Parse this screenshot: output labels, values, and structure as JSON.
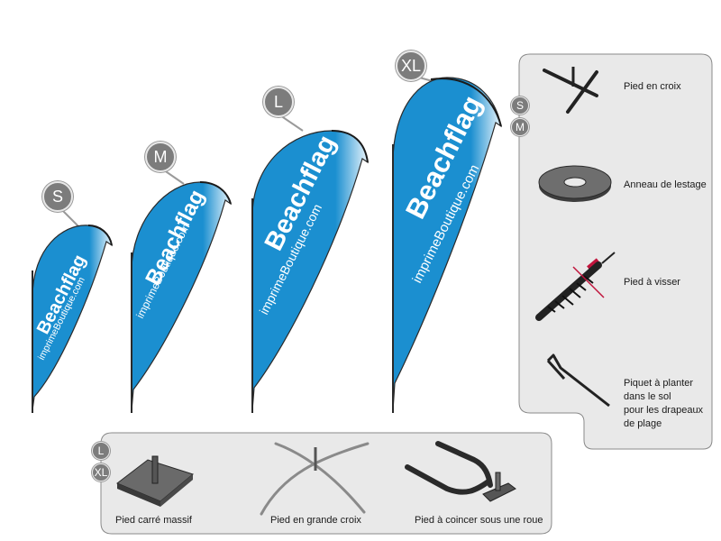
{
  "flags": [
    {
      "size": "S",
      "brand": "Beachflag",
      "site": "imprimeBoutique.com"
    },
    {
      "size": "M",
      "brand": "Beachflag",
      "site": "imprimeBoutique.com"
    },
    {
      "size": "L",
      "brand": "Beachflag",
      "site": "imprimeBoutique.com"
    },
    {
      "size": "XL",
      "brand": "Beachflag",
      "site": "imprimeBoutique.com"
    }
  ],
  "right_panel": {
    "badges": [
      "S",
      "M"
    ],
    "items": [
      {
        "label": "Pied en croix",
        "icon": "cross-base-icon"
      },
      {
        "label": "Anneau de lestage",
        "icon": "weight-ring-icon"
      },
      {
        "label": "Pied à visser",
        "icon": "screw-base-icon"
      },
      {
        "label_lines": [
          "Piquet à planter",
          "dans le sol",
          "pour les drapeaux",
          "de plage"
        ],
        "icon": "ground-spike-icon"
      }
    ]
  },
  "bottom_panel": {
    "badges": [
      "L",
      "XL"
    ],
    "items": [
      {
        "label": "Pied carré massif",
        "icon": "square-base-icon"
      },
      {
        "label": "Pied en grande croix",
        "icon": "large-cross-base-icon"
      },
      {
        "label": "Pied à coincer sous une roue",
        "icon": "wheel-base-icon"
      }
    ]
  },
  "colors": {
    "flag_blue": "#1b8fd0",
    "flag_light": "#e8f4fb",
    "badge_gray": "#7c7c7c",
    "panel_bg": "#e9e9e9",
    "panel_border": "#8a8a8a"
  }
}
